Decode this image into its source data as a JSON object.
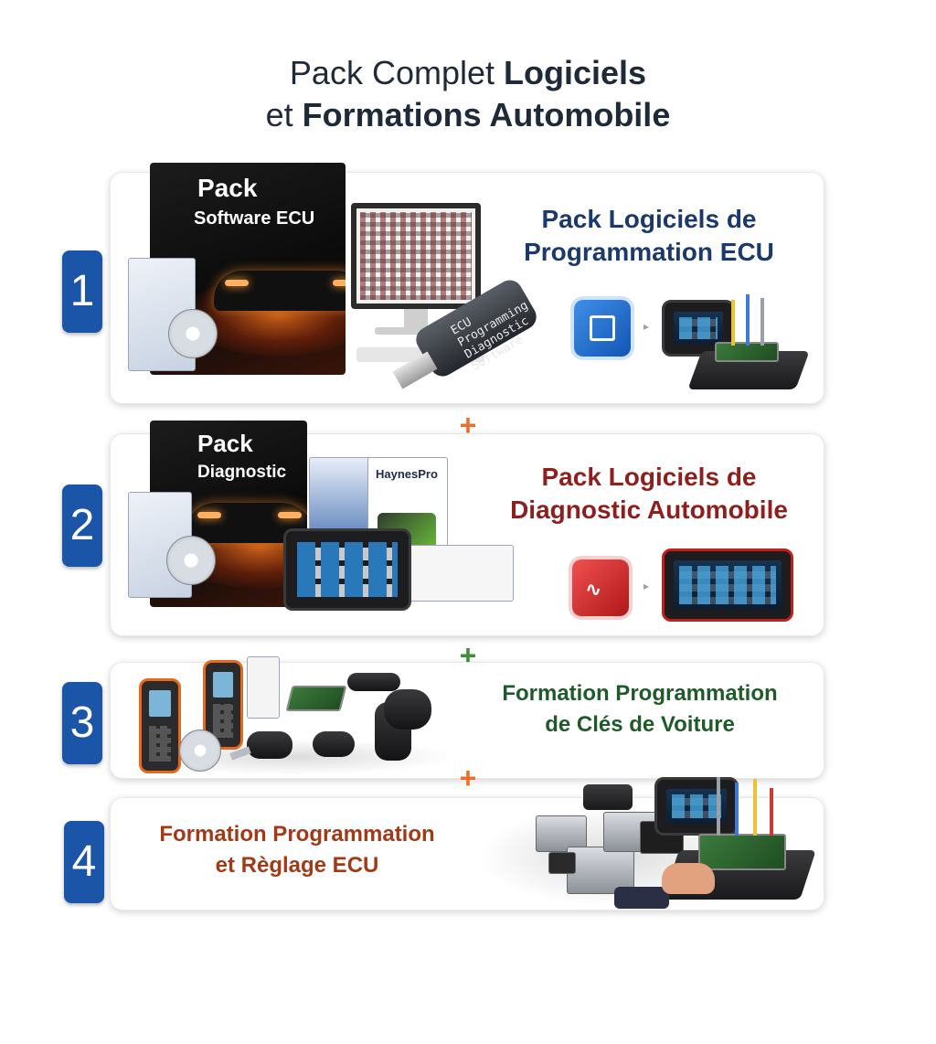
{
  "page": {
    "title_line1_prefix": "Pack Complet ",
    "title_line1_bold": "Logiciels",
    "title_line2_prefix": "et ",
    "title_line2_bold": "Formations Automobile"
  },
  "sections": [
    {
      "number": "1",
      "title_line1": "Pack Logiciels de",
      "title_line2": "Programmation ECU",
      "title_color": "#1b3a6b",
      "box_word1": "Pack",
      "box_word2": "Software ECU",
      "usb_label_line1": "ECU Programming",
      "usb_label_line2": "Diagnostic Software",
      "icons": [
        "chip-icon",
        "ecu-programmer-icon"
      ]
    },
    {
      "number": "2",
      "title_line1": "Pack Logiciels de",
      "title_line2": "Diagnostic Automobile",
      "title_color": "#8e1f1f",
      "box_word1": "Pack",
      "box_word2": "Diagnostic",
      "brand_label": "HaynesPro",
      "icons": [
        "heartbeat-chip-icon",
        "diagnostic-tablet-icon"
      ]
    },
    {
      "number": "3",
      "title_line1": "Formation Programmation",
      "title_line2": "de Clés de Voiture",
      "title_color": "#1f5a2a",
      "icons": [
        "key-programmer-icon",
        "car-key-icon"
      ]
    },
    {
      "number": "4",
      "title_line1": "Formation Programmation",
      "title_line2": "et Règlage ECU",
      "title_color": "#a33a17",
      "icons": [
        "ecu-bench-icon"
      ]
    }
  ],
  "separators": [
    {
      "symbol": "+",
      "color": "#e8702a"
    },
    {
      "symbol": "+",
      "color": "#3f8f3a"
    },
    {
      "symbol": "+",
      "color": "#e8702a"
    }
  ],
  "badge_color": "#1a55a8"
}
